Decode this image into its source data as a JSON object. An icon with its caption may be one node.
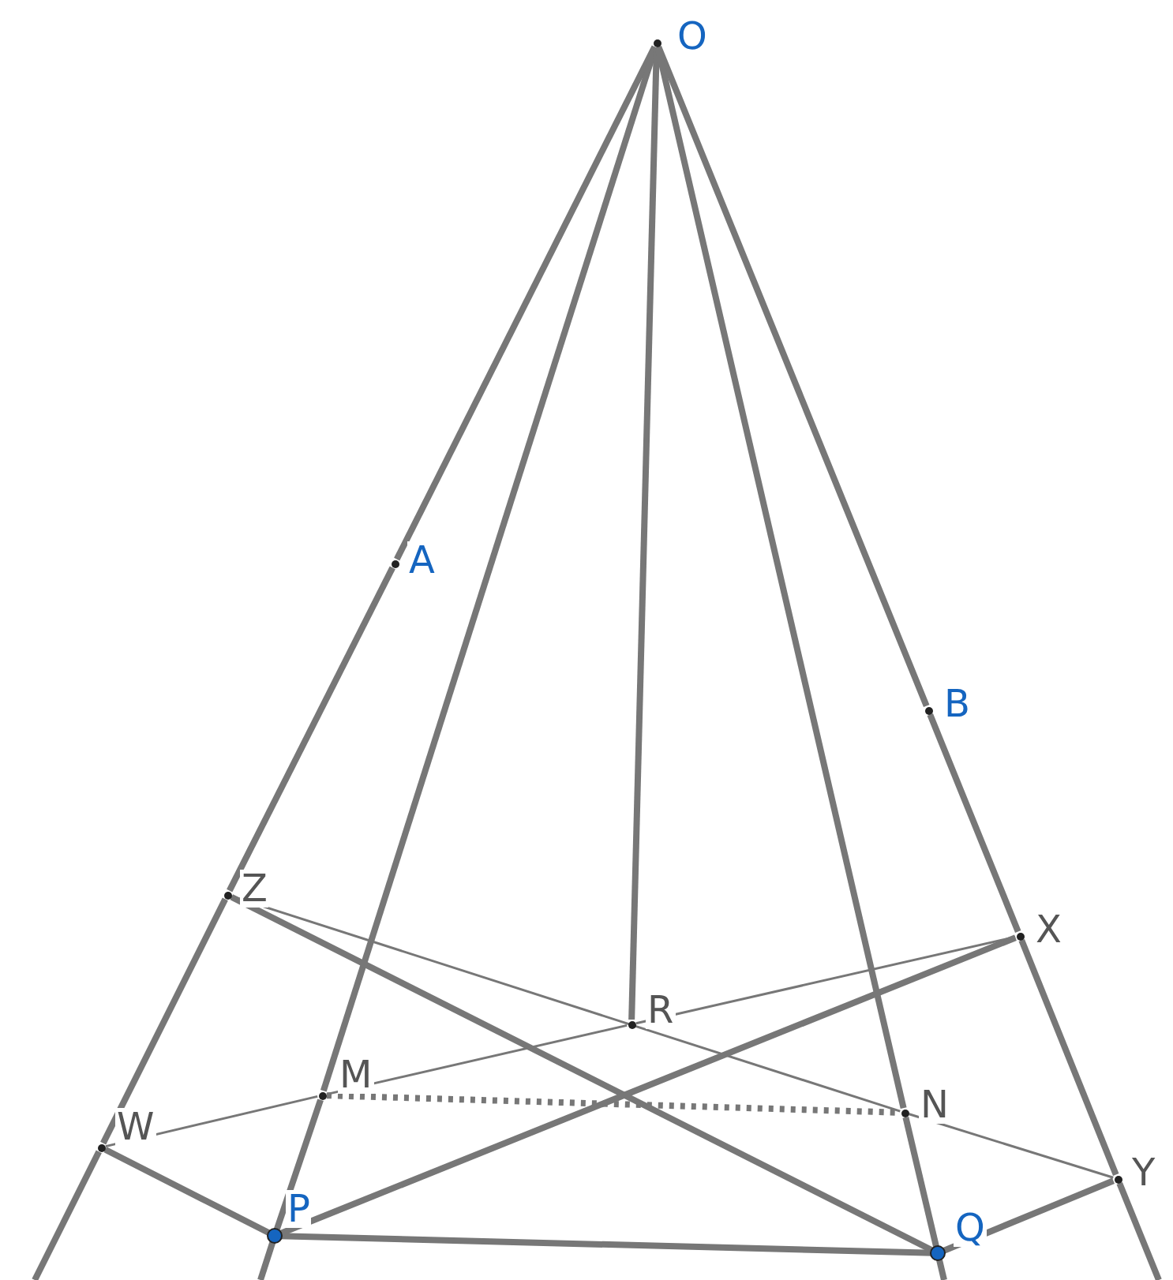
{
  "diagram": {
    "nodes": [
      {
        "text": [
          "O"
        ]
      },
      {
        "text": [
          "A"
        ]
      },
      {
        "text": [
          "B"
        ]
      },
      {
        "text": [
          "Z"
        ]
      },
      {
        "text": [
          "X"
        ]
      },
      {
        "text": [
          "R"
        ]
      },
      {
        "text": [
          "M"
        ]
      },
      {
        "text": [
          "N"
        ]
      },
      {
        "text": [
          "W"
        ]
      },
      {
        "text": [
          "Y"
        ]
      },
      {
        "text": [
          "P"
        ]
      },
      {
        "text": [
          "Q"
        ]
      }
    ],
    "edges": [
      {
        "from": 0,
        "to": 1,
        "arrow": "none"
      },
      {
        "from": 1,
        "to": 3,
        "arrow": "none"
      },
      {
        "from": 3,
        "to": 8,
        "arrow": "none"
      },
      {
        "from": 8,
        "to": null,
        "arrow": "none"
      },
      {
        "from": 0,
        "to": 2,
        "arrow": "none"
      },
      {
        "from": 2,
        "to": 4,
        "arrow": "none"
      },
      {
        "from": 4,
        "to": 9,
        "arrow": "none"
      },
      {
        "from": 9,
        "to": null,
        "arrow": "none"
      },
      {
        "from": 0,
        "to": 6,
        "arrow": "none"
      },
      {
        "from": 6,
        "to": 10,
        "arrow": "none"
      },
      {
        "from": 10,
        "to": null,
        "arrow": "none"
      },
      {
        "from": 0,
        "to": 5,
        "arrow": "none"
      },
      {
        "from": 0,
        "to": 7,
        "arrow": "none"
      },
      {
        "from": 7,
        "to": 11,
        "arrow": "none"
      },
      {
        "from": 11,
        "to": null,
        "arrow": "none"
      },
      {
        "from": 3,
        "to": 11,
        "arrow": "none"
      },
      {
        "from": 10,
        "to": 4,
        "arrow": "none"
      },
      {
        "from": 8,
        "to": 10,
        "arrow": "none"
      },
      {
        "from": 9,
        "to": 11,
        "arrow": "none"
      },
      {
        "from": 10,
        "to": 11,
        "arrow": "none"
      },
      {
        "from": 3,
        "to": 7,
        "arrow": "none"
      },
      {
        "from": 7,
        "to": 9,
        "arrow": "none"
      },
      {
        "from": 8,
        "to": 6,
        "arrow": "none"
      },
      {
        "from": 6,
        "to": 5,
        "arrow": "none"
      },
      {
        "from": 5,
        "to": 4,
        "arrow": "none"
      },
      {
        "from": 6,
        "to": 7,
        "arrow": "none",
        "style": "dashed"
      }
    ]
  }
}
